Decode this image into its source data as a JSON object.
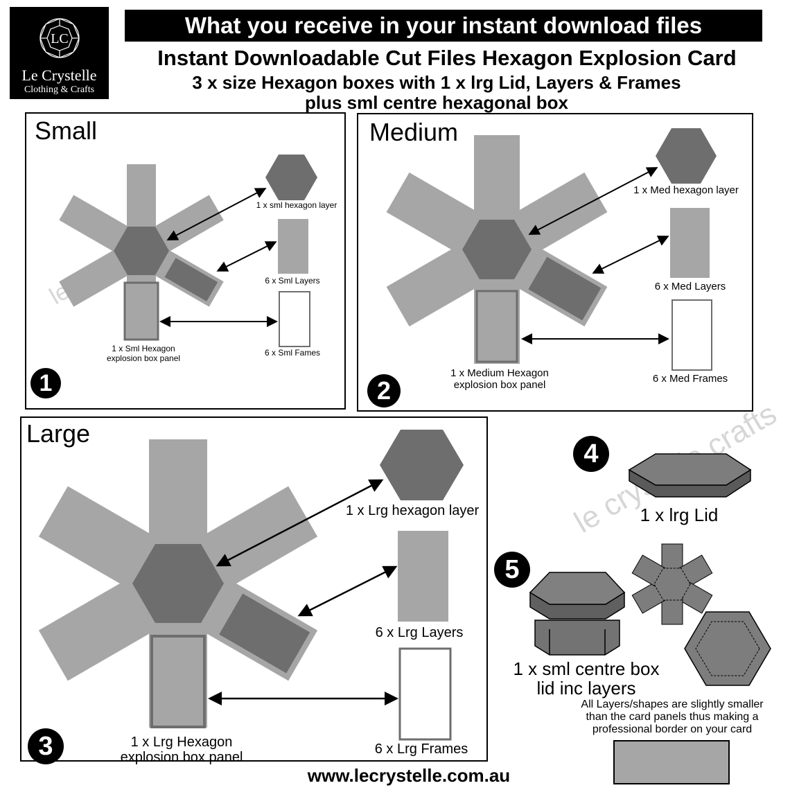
{
  "logo": {
    "monogram": "LC",
    "brand_name": "Le Crystelle",
    "tagline": "Clothing & Crafts"
  },
  "banner": "What you receive in your instant download files",
  "title_line1": "Instant Downloadable Cut Files Hexagon Explosion Card",
  "title_line2": "3 x size Hexagon boxes with 1 x lrg Lid, Layers & Frames",
  "title_line3": "plus sml centre hexagonal box",
  "watermark": "le crystelle crafts",
  "small": {
    "label": "Small",
    "number": "1",
    "hex_layer": "1 x sml hexagon layer",
    "layers": "6 x Sml Layers",
    "frames": "6 x Sml Fames",
    "panel_line1": "1 x Sml Hexagon",
    "panel_line2": "explosion box panel"
  },
  "medium": {
    "label": "Medium",
    "number": "2",
    "hex_layer": "1 x Med hexagon layer",
    "layers": "6 x Med Layers",
    "frames": "6 x Med Frames",
    "panel_line1": "1 x Medium Hexagon",
    "panel_line2": "explosion box panel"
  },
  "large": {
    "label": "Large",
    "number": "3",
    "hex_layer": "1 x Lrg hexagon layer",
    "layers": "6 x Lrg Layers",
    "frames": "6 x Lrg Frames",
    "panel_line1": "1 x Lrg Hexagon",
    "panel_line2": "explosion box panel"
  },
  "lid": {
    "number": "4",
    "label": "1 x lrg Lid"
  },
  "box": {
    "number": "5",
    "line1": "1 x sml centre box",
    "line2": "lid inc layers"
  },
  "note": {
    "line1": "All Layers/shapes are slightly smaller",
    "line2": "than the card panels thus making a",
    "line3": "professional border on your card"
  },
  "website": "www.lecrystelle.com.au",
  "colors": {
    "light_grey": "#a6a6a6",
    "dark_grey": "#6e6e6e",
    "mid_grey": "#808080",
    "black": "#000000"
  }
}
